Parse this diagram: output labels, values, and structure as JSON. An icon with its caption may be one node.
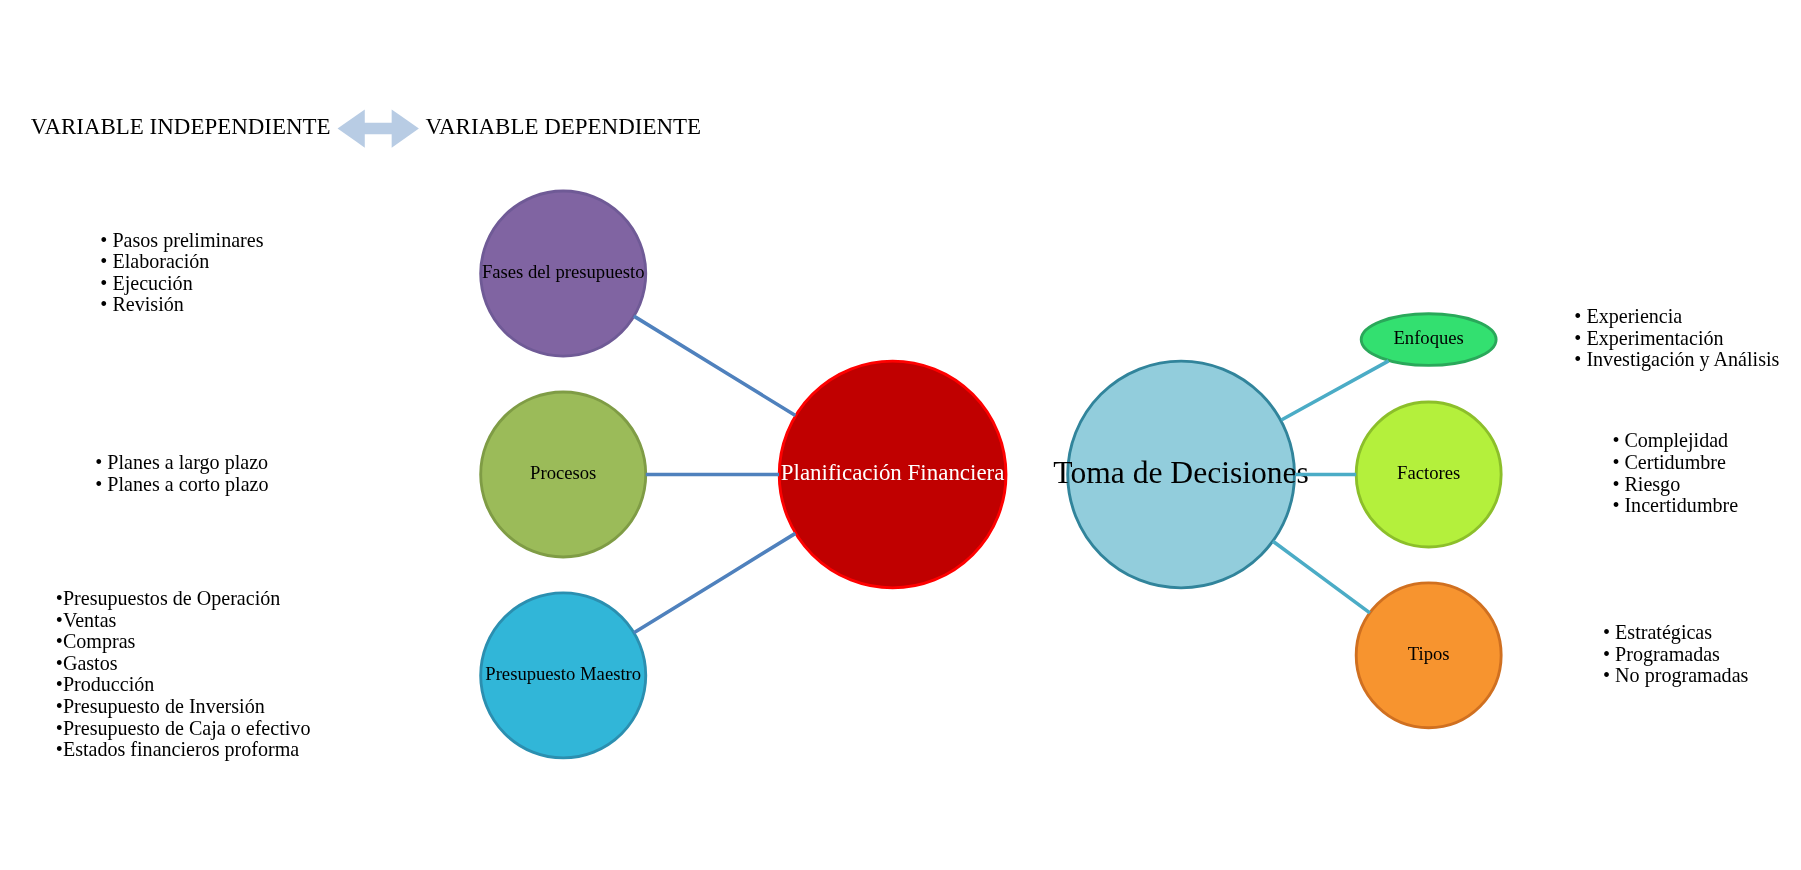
{
  "diagram": {
    "nodes": [
      {
        "text": [
          "Planificación Financiera"
        ]
      },
      {
        "text": [
          "Fases del presupuesto"
        ],
        "beside": [
          "• Pasos preliminares",
          "• Elaboración",
          "• Ejecución",
          "• Revisión"
        ]
      },
      {
        "text": [
          "Procesos"
        ],
        "beside": [
          "• Planes a largo plazo",
          "• Planes a corto plazo"
        ]
      },
      {
        "text": [
          "Presupuesto Maestro"
        ],
        "beside": [
          "•Presupuestos de Operación",
          "•Ventas",
          "•Compras",
          "•Gastos",
          "•Producción",
          "•Presupuesto de Inversión",
          "•Presupuesto de Caja o efectivo",
          "•Estados financieros proforma"
        ]
      },
      {
        "text": [
          "Toma de Decisiones"
        ]
      },
      {
        "text": [
          "Enfoques"
        ],
        "beside": [
          "• Experiencia",
          "• Experimentación",
          "• Investigación y Análisis"
        ]
      },
      {
        "text": [
          "Factores"
        ],
        "beside": [
          "• Complejidad",
          "• Certidumbre",
          "• Riesgo",
          "• Incertidumbre"
        ]
      },
      {
        "text": [
          "Tipos"
        ],
        "beside": [
          "• Estratégicas",
          "• Programadas",
          "• No programadas"
        ]
      },
      {
        "text": [
          "VARIABLE INDEPENDIENTE"
        ]
      },
      {
        "text": [
          "VARIABLE DEPENDIENTE"
        ]
      }
    ],
    "edges": [
      {
        "from": 1,
        "to": 0,
        "arrow": "none",
        "color": "#4f81bd"
      },
      {
        "from": 2,
        "to": 0,
        "arrow": "none",
        "color": "#4f81bd"
      },
      {
        "from": 3,
        "to": 0,
        "arrow": "none",
        "color": "#4f81bd"
      },
      {
        "from": 4,
        "to": 5,
        "arrow": "none"
      },
      {
        "from": 4,
        "to": 6,
        "arrow": "none"
      },
      {
        "from": 4,
        "to": 7,
        "arrow": "none"
      },
      {
        "from": 8,
        "to": 9,
        "arrow": "both",
        "style": "thick",
        "color": "#b8cce4"
      }
    ]
  }
}
